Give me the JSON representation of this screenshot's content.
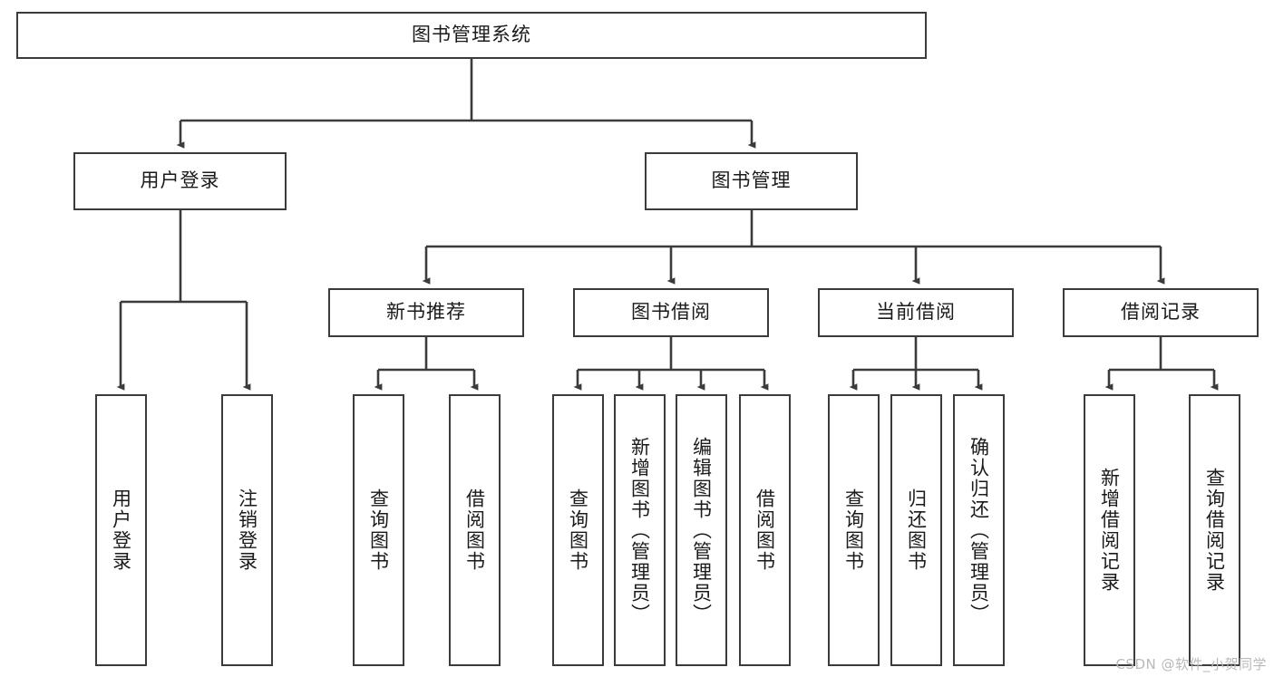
{
  "diagram": {
    "title": "图书管理系统",
    "type": "tree-hierarchy",
    "style": {
      "box_border_color": "#3b3b3b",
      "box_fill_color": "#ffffff",
      "connector_color": "#3b3b3b",
      "text_color": "#1a1a1a",
      "background_color": "#ffffff"
    },
    "root": {
      "label": "图书管理系统"
    },
    "level2": [
      {
        "label": "用户登录"
      },
      {
        "label": "图书管理"
      }
    ],
    "level3": [
      {
        "label": "新书推荐"
      },
      {
        "label": "图书借阅"
      },
      {
        "label": "当前借阅"
      },
      {
        "label": "借阅记录"
      }
    ],
    "leaves": [
      {
        "label": "用户登录",
        "parent": "用户登录"
      },
      {
        "label": "注销登录",
        "parent": "用户登录"
      },
      {
        "label": "查询图书",
        "parent": "新书推荐"
      },
      {
        "label": "借阅图书",
        "parent": "新书推荐"
      },
      {
        "label": "查询图书",
        "parent": "图书借阅"
      },
      {
        "label": "新增图书（管理员）",
        "parent": "图书借阅"
      },
      {
        "label": "编辑图书（管理员）",
        "parent": "图书借阅"
      },
      {
        "label": "借阅图书",
        "parent": "图书借阅"
      },
      {
        "label": "查询图书",
        "parent": "当前借阅"
      },
      {
        "label": "归还图书",
        "parent": "当前借阅"
      },
      {
        "label": "确认归还（管理员）",
        "parent": "当前借阅"
      },
      {
        "label": "新增借阅记录",
        "parent": "借阅记录"
      },
      {
        "label": "查询借阅记录",
        "parent": "借阅记录"
      }
    ]
  },
  "watermark": {
    "text": "CSDN @软件_小贺同学"
  }
}
